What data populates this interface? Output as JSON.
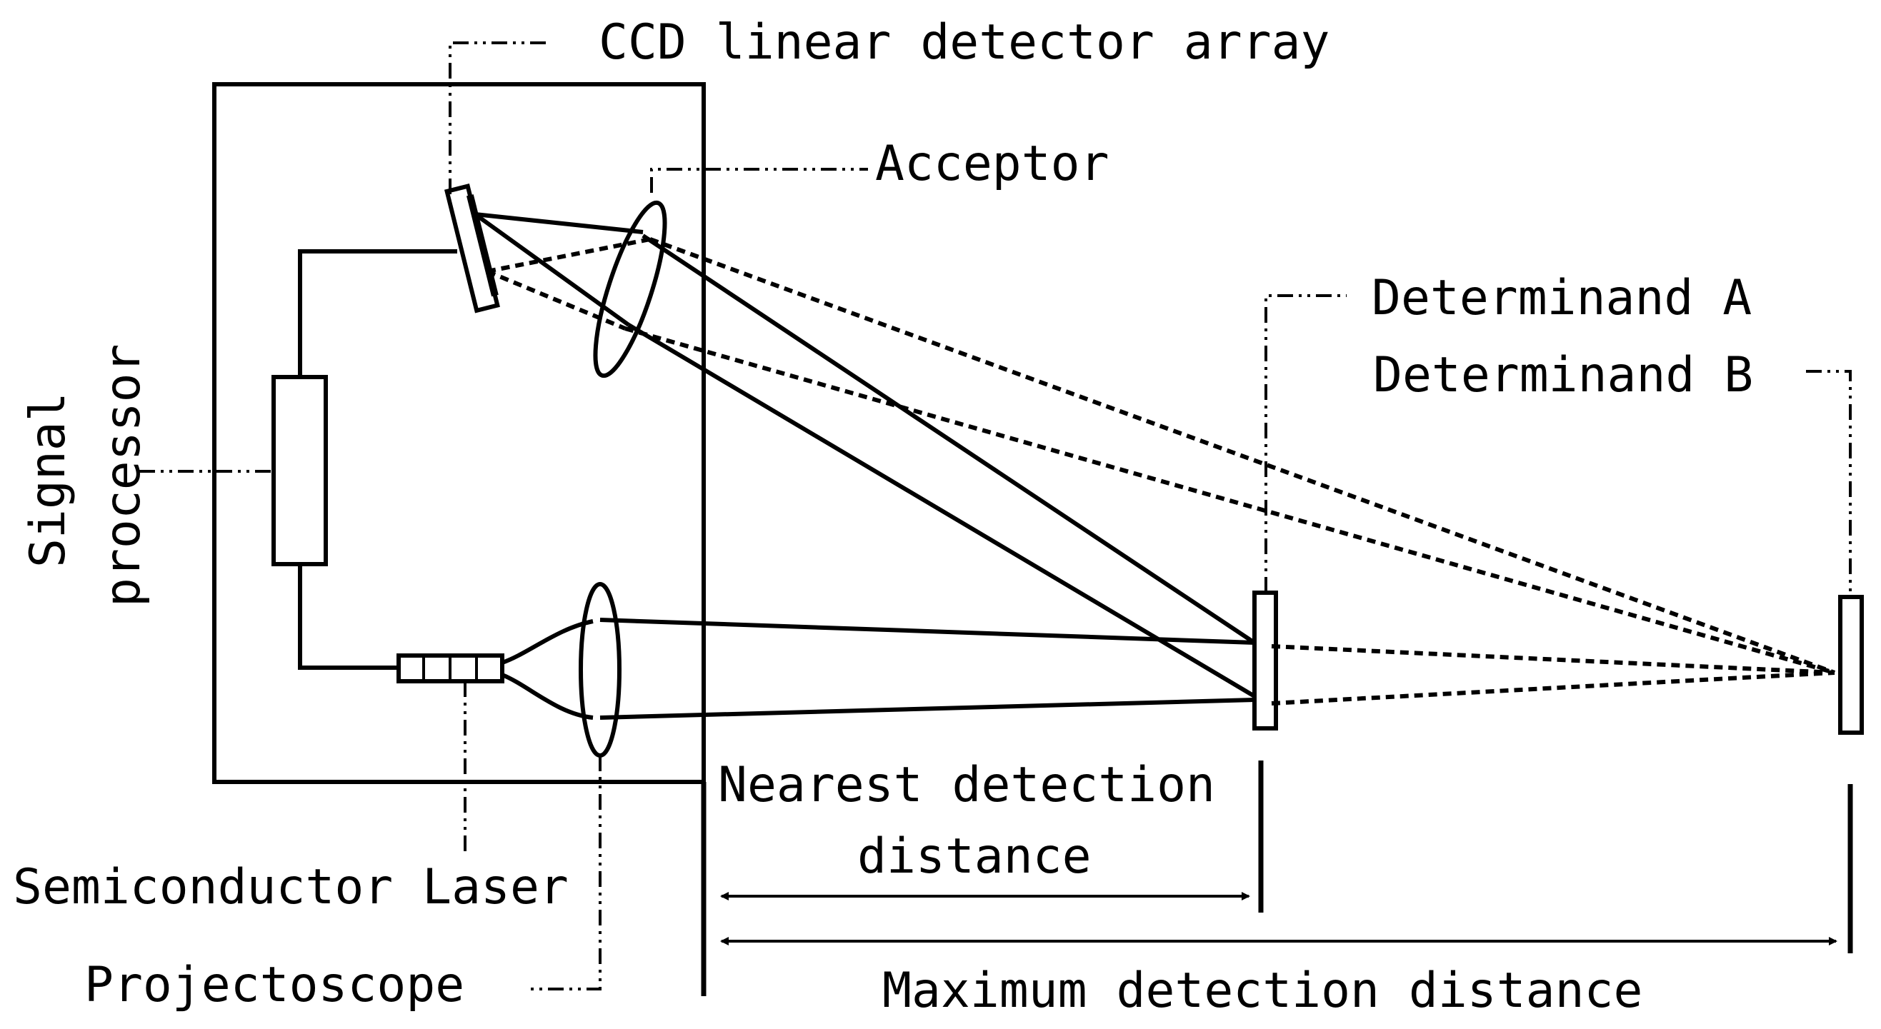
{
  "labels": {
    "ccd": "CCD linear detector array",
    "acceptor": "Acceptor",
    "determinand_a": "Determinand A",
    "determinand_b": "Determinand B",
    "signal_processor_line1": "Signal",
    "signal_processor_line2": "processor",
    "nearest_line1": "Nearest detection",
    "nearest_line2": "distance",
    "semiconductor_laser": "Semiconductor Laser",
    "projectoscope": "Projectoscope",
    "maximum": "Maximum detection distance"
  },
  "colors": {
    "line": "#000000",
    "lens_fill": "#dde8f4",
    "processor_fill": "#555555",
    "target_fill": "#dce9f6"
  }
}
